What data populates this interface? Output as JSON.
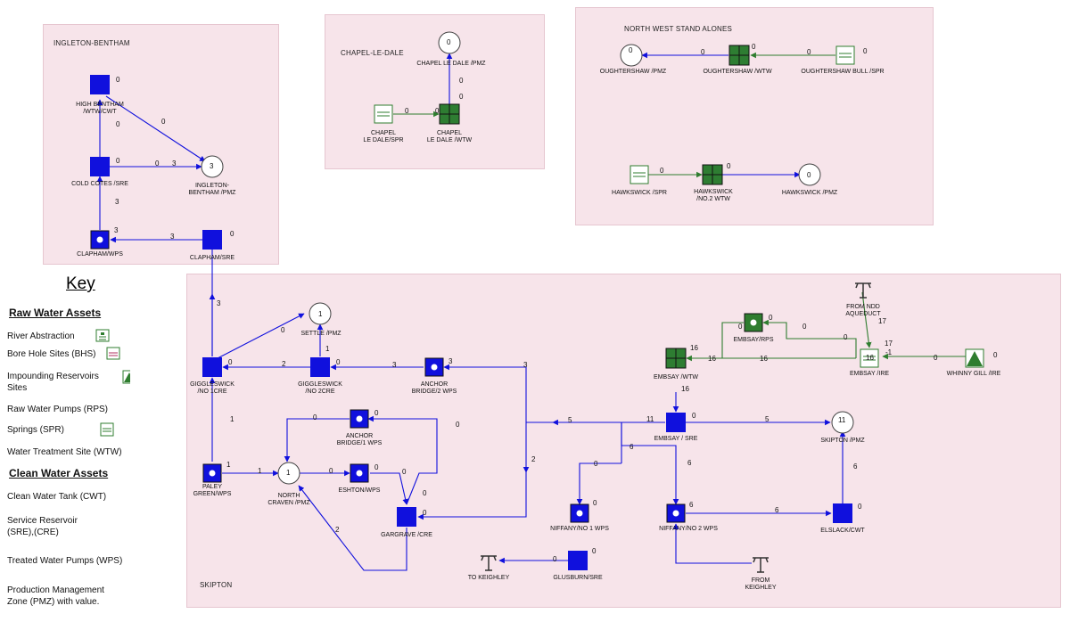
{
  "zones": {
    "ingleton": "INGLETON-BENTHAM",
    "chapel": "CHAPEL-LE-DALE",
    "northwest": "NORTH WEST STAND ALONES",
    "skipton": "SKIPTON"
  },
  "nodes": {
    "high_bentham": {
      "label": "HIGH BENTHAM\n/WTW/CWT",
      "value": "0"
    },
    "cold_cotes": {
      "label": "COLD COTES /SRE",
      "value": "0"
    },
    "ingleton_pmz": {
      "label": "INGLETON-\nBENTHAM /PMZ",
      "value": "3"
    },
    "clapham_wps": {
      "label": "CLAPHAM/WPS",
      "value": "3"
    },
    "clapham_sre": {
      "label": "CLAPHAM/SRE",
      "value": "0"
    },
    "chapel_pmz": {
      "label": "CHAPEL LE DALE /PMZ",
      "value": "0"
    },
    "chapel_spr": {
      "label": "CHAPEL\nLE DALE/SPR"
    },
    "chapel_wtw": {
      "label": "CHAPEL\nLE DALE /WTW"
    },
    "oughtershaw_pmz": {
      "label": "OUGHTERSHAW /PMZ",
      "value": "0"
    },
    "oughtershaw_wtw": {
      "label": "OUGHTERSHAW /WTW",
      "value": "0"
    },
    "oughtershaw_spr": {
      "label": "OUGHTERSHAW BULL /SPR",
      "value": "0"
    },
    "hawkswick_spr": {
      "label": "HAWKSWICK /SPR",
      "value": "0"
    },
    "hawkswick_wtw": {
      "label": "HAWKSWICK\n/NO.2 WTW",
      "value": "0"
    },
    "hawkswick_pmz": {
      "label": "HAWKSWICK /PMZ",
      "value": "0"
    },
    "settle_pmz": {
      "label": "SETTLE /PMZ",
      "value": "1"
    },
    "giggleswick_1": {
      "label": "GIGGLESWICK\n/NO 1CRE",
      "value": "0"
    },
    "giggleswick_2": {
      "label": "GIGGLESWICK\n/NO 2CRE",
      "value": "0"
    },
    "anchor_2": {
      "label": "ANCHOR\nBRIDGE/2 WPS",
      "value": "3"
    },
    "anchor_1": {
      "label": "ANCHOR\nBRIDGE/1 WPS",
      "value": "0"
    },
    "eshton": {
      "label": "ESHTON/WPS",
      "value": "0"
    },
    "north_craven": {
      "label": "NORTH\nCRAVEN /PMZ",
      "value": "1"
    },
    "paley_green": {
      "label": "PALEY\nGREEN/WPS",
      "value": "1"
    },
    "gargrave": {
      "label": "GARGRAVE /CRE",
      "value": "0"
    },
    "from_ndd": {
      "label": "FROM NDD\nAQUEDUCT"
    },
    "embsay_rps": {
      "label": "EMBSAY/RPS",
      "value": "0"
    },
    "embsay_wtw": {
      "label": "EMBSAY /WTW",
      "value": "16"
    },
    "embsay_ire": {
      "label": "EMBSAY /IRE",
      "value": "16"
    },
    "whinny_gill": {
      "label": "WHINNY GILL /IRE",
      "value": "0"
    },
    "embsay_sre": {
      "label": "EMBSAY / SRE",
      "value": "0"
    },
    "skipton_pmz": {
      "label": "SKIPTON /PMZ",
      "value": "11"
    },
    "niffany_1": {
      "label": "NIFFANY/NO 1 WPS",
      "value": "0"
    },
    "niffany_2": {
      "label": "NIFFANY/NO 2 WPS",
      "value": "6"
    },
    "elslack": {
      "label": "ELSLACK/CWT",
      "value": "0"
    },
    "glusburn": {
      "label": "GLUSBURN/SRE",
      "value": "0"
    },
    "to_keighley": {
      "label": "TO KEIGHLEY"
    },
    "from_keighley": {
      "label": "FROM\nKEIGHLEY"
    }
  },
  "flows": [
    {
      "id": "f1",
      "text": "0"
    },
    {
      "id": "f2",
      "text": "0"
    },
    {
      "id": "f3",
      "text": "3"
    },
    {
      "id": "f4",
      "text": "3"
    },
    {
      "id": "f5",
      "text": "3"
    },
    {
      "id": "f6",
      "text": "0"
    },
    {
      "id": "f7",
      "text": "0"
    },
    {
      "id": "f8",
      "text": "0"
    },
    {
      "id": "f9",
      "text": "0"
    },
    {
      "id": "f10",
      "text": "0"
    },
    {
      "id": "f11",
      "text": "0"
    },
    {
      "id": "f12",
      "text": "0"
    },
    {
      "id": "f13",
      "text": "3"
    },
    {
      "id": "f14",
      "text": "0"
    },
    {
      "id": "f15",
      "text": "1"
    },
    {
      "id": "f16",
      "text": "2"
    },
    {
      "id": "f17",
      "text": "3"
    },
    {
      "id": "f18",
      "text": "3"
    },
    {
      "id": "f19",
      "text": "1"
    },
    {
      "id": "f20",
      "text": "1"
    },
    {
      "id": "f21",
      "text": "0"
    },
    {
      "id": "f22",
      "text": "0"
    },
    {
      "id": "f23",
      "text": "0"
    },
    {
      "id": "f24",
      "text": "0"
    },
    {
      "id": "f25",
      "text": "2"
    },
    {
      "id": "f26",
      "text": "0"
    },
    {
      "id": "f27",
      "text": "2"
    },
    {
      "id": "f28",
      "text": "5"
    },
    {
      "id": "f29",
      "text": "11"
    },
    {
      "id": "f30",
      "text": "5"
    },
    {
      "id": "f31",
      "text": "6"
    },
    {
      "id": "f32",
      "text": "0"
    },
    {
      "id": "f33",
      "text": "6"
    },
    {
      "id": "f34",
      "text": "6"
    },
    {
      "id": "f35",
      "text": "6"
    },
    {
      "id": "f36",
      "text": "0"
    },
    {
      "id": "f37",
      "text": "16"
    },
    {
      "id": "f38",
      "text": "16"
    },
    {
      "id": "f39",
      "text": "16"
    },
    {
      "id": "f40",
      "text": "0"
    },
    {
      "id": "f41",
      "text": "0"
    },
    {
      "id": "f42",
      "text": "17"
    },
    {
      "id": "f43",
      "text": "17"
    },
    {
      "id": "f44",
      "text": "-1"
    },
    {
      "id": "f45",
      "text": "0"
    },
    {
      "id": "f46",
      "text": "0"
    }
  ],
  "key": {
    "title": "Key",
    "raw_heading": "Raw Water Assets",
    "river": "River Abstraction",
    "bhs": "Bore Hole Sites (BHS)",
    "impounding": "Impounding Reservoirs\nSites",
    "rps": "Raw Water Pumps (RPS)",
    "spr": "Springs (SPR)",
    "wtw": "Water Treatment Site (WTW)",
    "clean_heading": "Clean  Water Assets",
    "cwt": "Clean Water Tank (CWT)",
    "sre": "Service Reservoir\n(SRE),(CRE)",
    "wps": "Treated Water Pumps (WPS)",
    "pmz": "Production Management\nZone (PMZ) with value."
  },
  "colors": {
    "zone_bg": "#f7e4ea",
    "clean": "#1010dd",
    "raw": "#2f7d2f",
    "wtw": "#2e7d32"
  }
}
